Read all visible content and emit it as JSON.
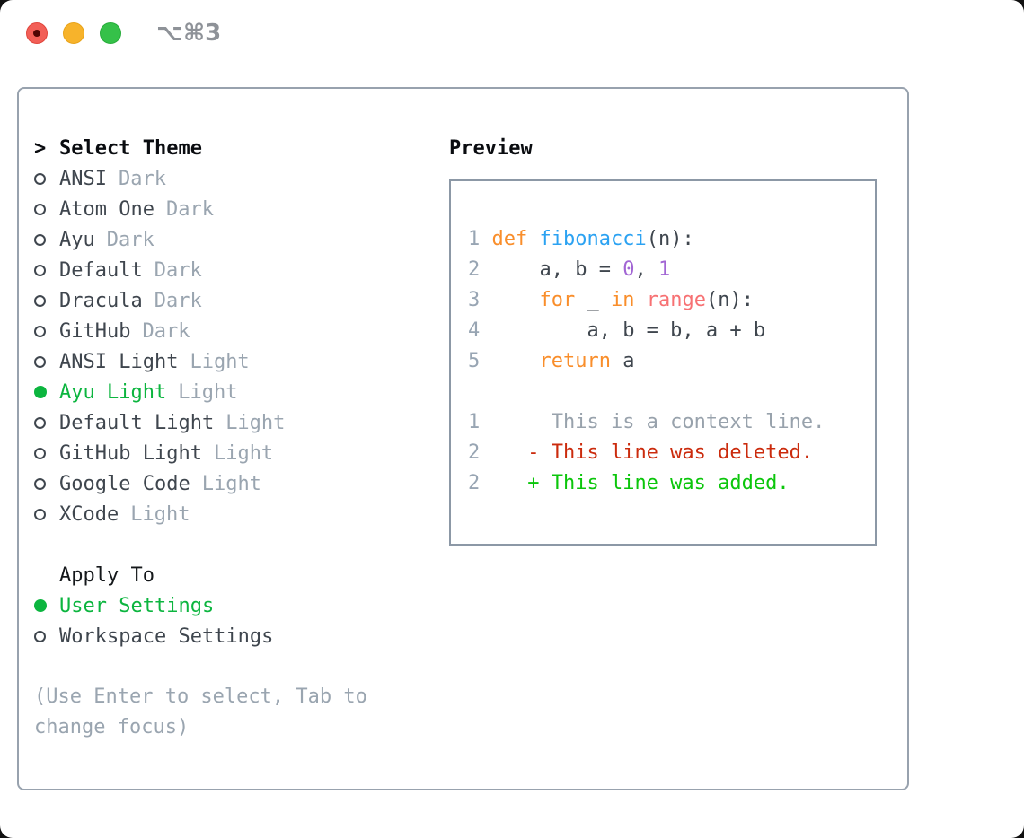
{
  "window": {
    "title": "⌥⌘3"
  },
  "theme_selector": {
    "prompt": ">",
    "title": "Select Theme",
    "items": [
      {
        "name": "ANSI",
        "variant": "Dark",
        "selected": false
      },
      {
        "name": "Atom One",
        "variant": "Dark",
        "selected": false
      },
      {
        "name": "Ayu",
        "variant": "Dark",
        "selected": false
      },
      {
        "name": "Default",
        "variant": "Dark",
        "selected": false
      },
      {
        "name": "Dracula",
        "variant": "Dark",
        "selected": false
      },
      {
        "name": "GitHub",
        "variant": "Dark",
        "selected": false
      },
      {
        "name": "ANSI Light",
        "variant": "Light",
        "selected": false
      },
      {
        "name": "Ayu Light",
        "variant": "Light",
        "selected": true
      },
      {
        "name": "Default Light",
        "variant": "Light",
        "selected": false
      },
      {
        "name": "GitHub Light",
        "variant": "Light",
        "selected": false
      },
      {
        "name": "Google Code",
        "variant": "Light",
        "selected": false
      },
      {
        "name": "XCode",
        "variant": "Light",
        "selected": false
      }
    ]
  },
  "apply_to": {
    "title": "Apply To",
    "options": [
      {
        "label": "User Settings",
        "selected": true
      },
      {
        "label": "Workspace Settings",
        "selected": false
      }
    ]
  },
  "hint": "(Use Enter to select, Tab to change focus)",
  "preview": {
    "title": "Preview",
    "lines": [
      {
        "num": "1",
        "tokens": [
          {
            "text": "def",
            "color": "keyword"
          },
          {
            "text": " ",
            "color": "plain"
          },
          {
            "text": "fibonacci",
            "color": "function"
          },
          {
            "text": "(n):",
            "color": "plain"
          }
        ]
      },
      {
        "num": "2",
        "tokens": [
          {
            "text": "    a, b = ",
            "color": "plain"
          },
          {
            "text": "0",
            "color": "number"
          },
          {
            "text": ", ",
            "color": "plain"
          },
          {
            "text": "1",
            "color": "number"
          }
        ]
      },
      {
        "num": "3",
        "tokens": [
          {
            "text": "    ",
            "color": "plain"
          },
          {
            "text": "for",
            "color": "keyword"
          },
          {
            "text": " _ ",
            "color": "plain"
          },
          {
            "text": "in",
            "color": "keyword"
          },
          {
            "text": " ",
            "color": "plain"
          },
          {
            "text": "range",
            "color": "builtin"
          },
          {
            "text": "(n):",
            "color": "plain"
          }
        ]
      },
      {
        "num": "4",
        "tokens": [
          {
            "text": "        a, b = b, a + b",
            "color": "plain"
          }
        ]
      },
      {
        "num": "5",
        "tokens": [
          {
            "text": "    ",
            "color": "plain"
          },
          {
            "text": "return",
            "color": "keyword"
          },
          {
            "text": " a",
            "color": "plain"
          }
        ]
      },
      {
        "num": "",
        "tokens": []
      },
      {
        "num": "1",
        "tokens": [
          {
            "text": "     This is a context line.",
            "color": "context"
          }
        ]
      },
      {
        "num": "2",
        "tokens": [
          {
            "text": "   - This line was deleted.",
            "color": "deleted"
          }
        ]
      },
      {
        "num": "2",
        "tokens": [
          {
            "text": "   + This line was added.",
            "color": "added"
          }
        ]
      }
    ]
  },
  "colors": {
    "accent_green": "#0CB53F",
    "diff_added_green": "#0BC60B",
    "diff_removed_red": "#CB2B0D",
    "keyword_orange": "#F98E2B",
    "function_blue": "#2BA2F2",
    "number_purple": "#A266D4",
    "builtin_pink": "#F77173",
    "muted_gray": "#9AA5B0",
    "panel_border_gray": "#98A2AE",
    "traffic_red": "#F25F57",
    "traffic_yellow": "#F7B32B",
    "traffic_green": "#35C149"
  }
}
